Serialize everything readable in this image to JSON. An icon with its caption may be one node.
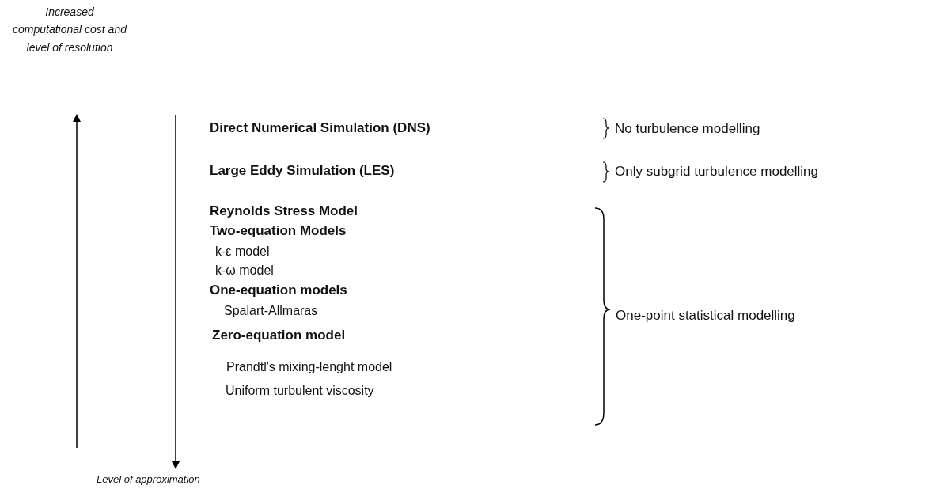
{
  "diagram": {
    "labels": [
      "Increased computational cost and level of resolution",
      "Direct Numerical Simulation (DNS)",
      "No turbulence modelling",
      "Large Eddy Simulation (LES)",
      "Only subgrid turbulence modelling",
      "Reynolds Stress Model",
      "Two-equation Models",
      "k-ε model",
      "k-ω model",
      "One-equation models",
      "Spalart-Allmaras",
      "Zero-equation model",
      "Prandtl's mixing-lenght model",
      "Uniform turbulent viscosity",
      "One-point statistical modelling",
      "Level of approximation"
    ]
  }
}
